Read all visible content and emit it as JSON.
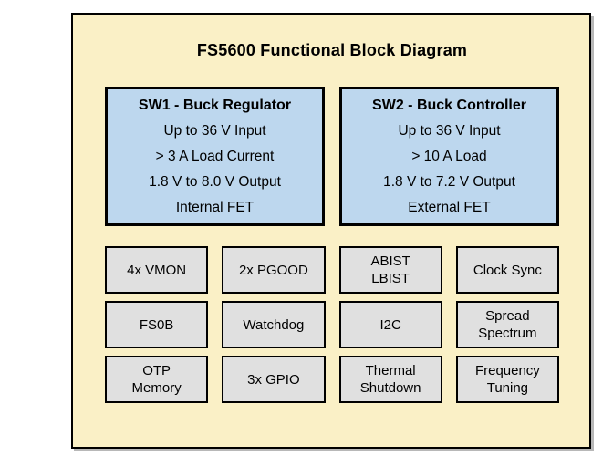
{
  "diagram": {
    "title": "FS5600 Functional Block Diagram",
    "colors": {
      "background": "#FAF0C6",
      "sw_block": "#BDD7EE",
      "feature_block": "#E0E0E0",
      "border": "#000000"
    },
    "sw_blocks": [
      {
        "title": "SW1 - Buck Regulator",
        "lines": [
          "Up to 36 V Input",
          "> 3 A Load Current",
          "1.8 V to 8.0 V Output",
          "Internal FET"
        ]
      },
      {
        "title": "SW2 - Buck Controller",
        "lines": [
          "Up to 36 V Input",
          "> 10 A Load",
          "1.8 V to 7.2 V Output",
          "External FET"
        ]
      }
    ],
    "features": [
      {
        "label": "4x VMON"
      },
      {
        "label": "2x PGOOD"
      },
      {
        "label": "ABIST\nLBIST"
      },
      {
        "label": "Clock Sync"
      },
      {
        "label": "FS0B"
      },
      {
        "label": "Watchdog"
      },
      {
        "label": "I2C"
      },
      {
        "label": "Spread\nSpectrum"
      },
      {
        "label": "OTP\nMemory"
      },
      {
        "label": "3x GPIO"
      },
      {
        "label": "Thermal\nShutdown"
      },
      {
        "label": "Frequency\nTuning"
      }
    ]
  }
}
